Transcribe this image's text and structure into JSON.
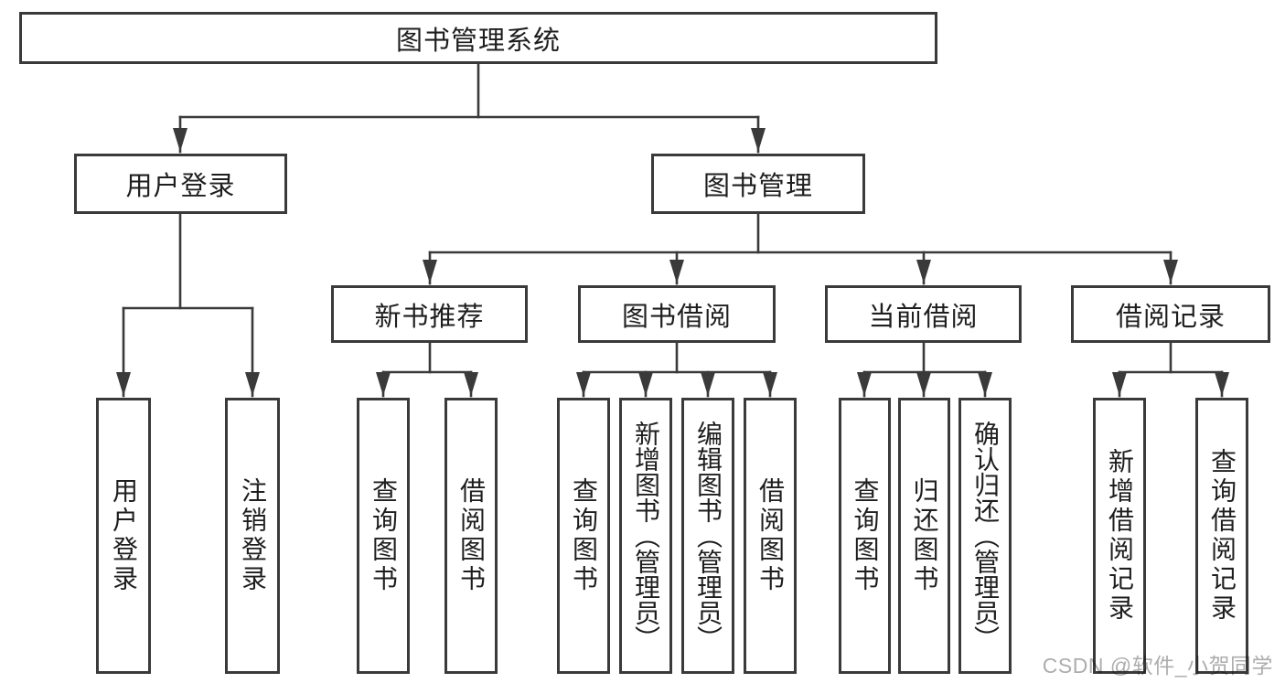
{
  "nodes": {
    "root": "图书管理系统",
    "user_login": "用户登录",
    "book_mgmt": "图书管理",
    "new_books": "新书推荐",
    "book_borrow": "图书借阅",
    "current_borrow": "当前借阅",
    "borrow_records": "借阅记录",
    "leaf_user_login": "用户登录",
    "leaf_logout": "注销登录",
    "leaf_nb_query": "查询图书",
    "leaf_nb_borrow": "借阅图书",
    "leaf_bb_query": "查询图书",
    "leaf_bb_add": "新增图书（管理员）",
    "leaf_bb_edit": "编辑图书（管理员）",
    "leaf_bb_borrow": "借阅图书",
    "leaf_cb_query": "查询图书",
    "leaf_cb_return": "归还图书",
    "leaf_cb_confirm": "确认归还（管理员）",
    "leaf_br_add": "新增借阅记录",
    "leaf_br_query": "查询借阅记录"
  },
  "watermark": "CSDN @软件_小贺同学",
  "colors": {
    "line": "#3a3a3a",
    "text": "#1e1e1e",
    "watermark": "#adadad",
    "background": "#ffffff"
  }
}
